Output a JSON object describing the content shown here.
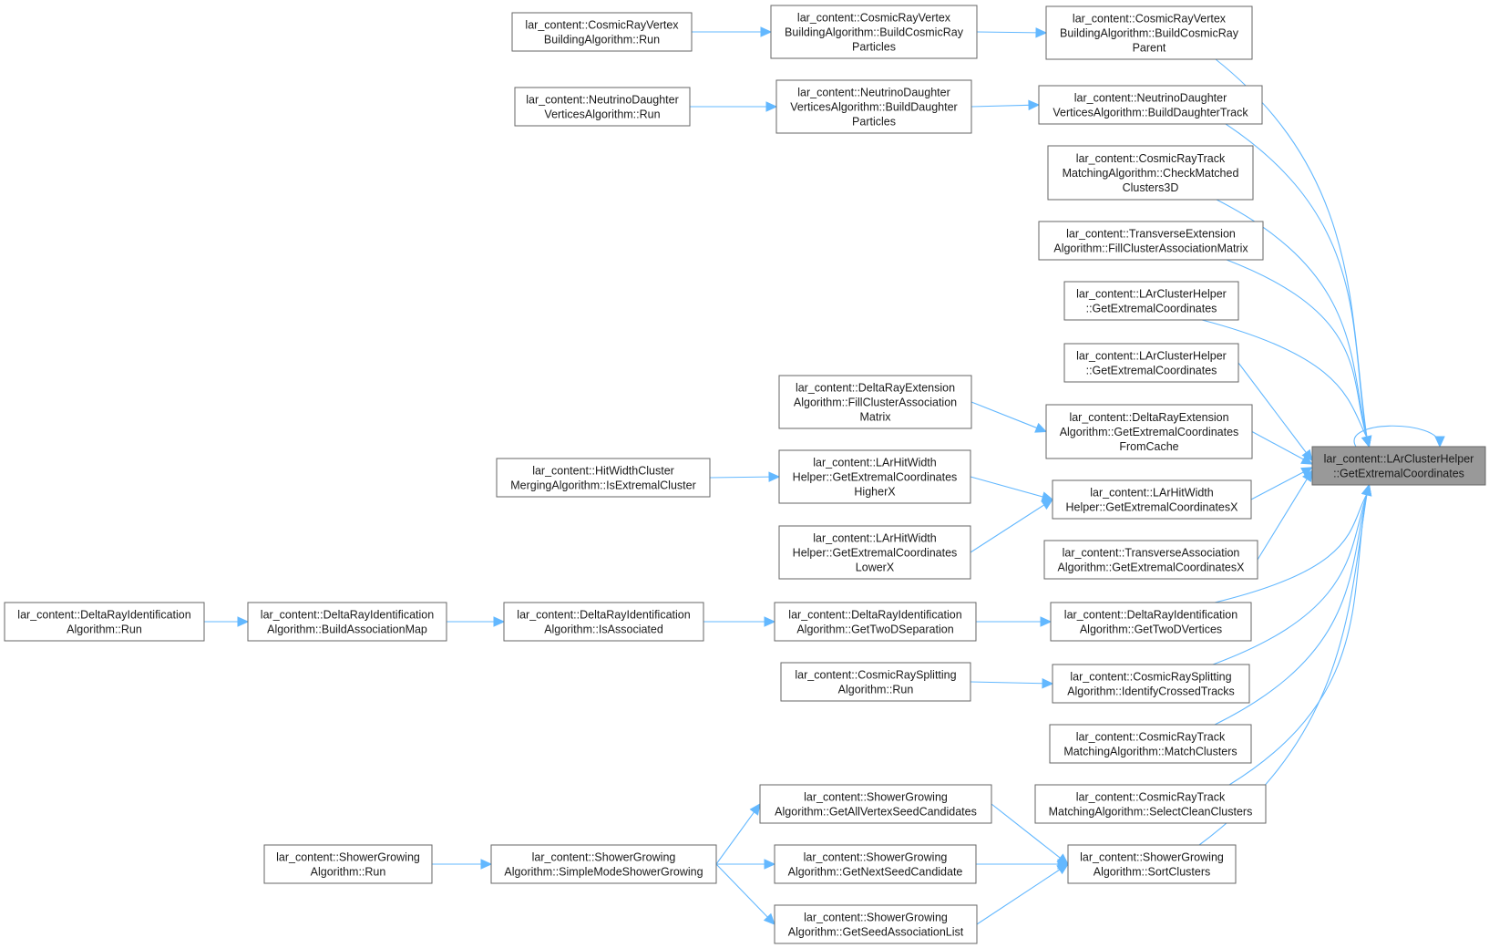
{
  "diagram": {
    "title": "",
    "nodes": {
      "target": [
        "lar_content::LArClusterHelper",
        "::GetExtremalCoordinates"
      ],
      "crv_run": [
        "lar_content::CosmicRayVertex",
        "BuildingAlgorithm::Run"
      ],
      "crv_bcp": [
        "lar_content::CosmicRayVertex",
        "BuildingAlgorithm::BuildCosmicRay",
        "Particles"
      ],
      "crv_bcpar": [
        "lar_content::CosmicRayVertex",
        "BuildingAlgorithm::BuildCosmicRay",
        "Parent"
      ],
      "nd_run": [
        "lar_content::NeutrinoDaughter",
        "VerticesAlgorithm::Run"
      ],
      "nd_bdp": [
        "lar_content::NeutrinoDaughter",
        "VerticesAlgorithm::BuildDaughter",
        "Particles"
      ],
      "nd_bdt": [
        "lar_content::NeutrinoDaughter",
        "VerticesAlgorithm::BuildDaughterTrack"
      ],
      "crt_cmc": [
        "lar_content::CosmicRayTrack",
        "MatchingAlgorithm::CheckMatched",
        "Clusters3D"
      ],
      "te_fcam": [
        "lar_content::TransverseExtension",
        "Algorithm::FillClusterAssociationMatrix"
      ],
      "lch_gec1": [
        "lar_content::LArClusterHelper",
        "::GetExtremalCoordinates"
      ],
      "lch_gec2": [
        "lar_content::LArClusterHelper",
        "::GetExtremalCoordinates"
      ],
      "dre_fcam": [
        "lar_content::DeltaRayExtension",
        "Algorithm::FillClusterAssociation",
        "Matrix"
      ],
      "dre_gecfc": [
        "lar_content::DeltaRayExtension",
        "Algorithm::GetExtremalCoordinates",
        "FromCache"
      ],
      "hwcm_iec": [
        "lar_content::HitWidthCluster",
        "MergingAlgorithm::IsExtremalCluster"
      ],
      "lhw_hx": [
        "lar_content::LArHitWidth",
        "Helper::GetExtremalCoordinates",
        "HigherX"
      ],
      "lhw_lx": [
        "lar_content::LArHitWidth",
        "Helper::GetExtremalCoordinates",
        "LowerX"
      ],
      "lhw_x": [
        "lar_content::LArHitWidth",
        "Helper::GetExtremalCoordinatesX"
      ],
      "ta_gecx": [
        "lar_content::TransverseAssociation",
        "Algorithm::GetExtremalCoordinatesX"
      ],
      "dri_run": [
        "lar_content::DeltaRayIdentification",
        "Algorithm::Run"
      ],
      "dri_bam": [
        "lar_content::DeltaRayIdentification",
        "Algorithm::BuildAssociationMap"
      ],
      "dri_ia": [
        "lar_content::DeltaRayIdentification",
        "Algorithm::IsAssociated"
      ],
      "dri_gtds": [
        "lar_content::DeltaRayIdentification",
        "Algorithm::GetTwoDSeparation"
      ],
      "dri_gtdv": [
        "lar_content::DeltaRayIdentification",
        "Algorithm::GetTwoDVertices"
      ],
      "crs_run": [
        "lar_content::CosmicRaySplitting",
        "Algorithm::Run"
      ],
      "crs_ict": [
        "lar_content::CosmicRaySplitting",
        "Algorithm::IdentifyCrossedTracks"
      ],
      "crt_mc": [
        "lar_content::CosmicRayTrack",
        "MatchingAlgorithm::MatchClusters"
      ],
      "crt_scc": [
        "lar_content::CosmicRayTrack",
        "MatchingAlgorithm::SelectCleanClusters"
      ],
      "sg_gavsc": [
        "lar_content::ShowerGrowing",
        "Algorithm::GetAllVertexSeedCandidates"
      ],
      "sg_run": [
        "lar_content::ShowerGrowing",
        "Algorithm::Run"
      ],
      "sg_smsg": [
        "lar_content::ShowerGrowing",
        "Algorithm::SimpleModeShowerGrowing"
      ],
      "sg_gnsc": [
        "lar_content::ShowerGrowing",
        "Algorithm::GetNextSeedCandidate"
      ],
      "sg_sc": [
        "lar_content::ShowerGrowing",
        "Algorithm::SortClusters"
      ],
      "sg_gsal": [
        "lar_content::ShowerGrowing",
        "Algorithm::GetSeedAssociationList"
      ]
    },
    "edges": [
      [
        "crv_run",
        "crv_bcp"
      ],
      [
        "crv_bcp",
        "crv_bcpar"
      ],
      [
        "crv_bcpar",
        "target"
      ],
      [
        "nd_run",
        "nd_bdp"
      ],
      [
        "nd_bdp",
        "nd_bdt"
      ],
      [
        "nd_bdt",
        "target"
      ],
      [
        "crt_cmc",
        "target"
      ],
      [
        "te_fcam",
        "target"
      ],
      [
        "lch_gec1",
        "target"
      ],
      [
        "lch_gec2",
        "target"
      ],
      [
        "dre_fcam",
        "dre_gecfc"
      ],
      [
        "dre_gecfc",
        "target"
      ],
      [
        "hwcm_iec",
        "lhw_hx"
      ],
      [
        "lhw_hx",
        "lhw_x"
      ],
      [
        "lhw_lx",
        "lhw_x"
      ],
      [
        "lhw_x",
        "target"
      ],
      [
        "ta_gecx",
        "target"
      ],
      [
        "dri_run",
        "dri_bam"
      ],
      [
        "dri_bam",
        "dri_ia"
      ],
      [
        "dri_ia",
        "dri_gtds"
      ],
      [
        "dri_gtds",
        "dri_gtdv"
      ],
      [
        "dri_gtdv",
        "target"
      ],
      [
        "crs_run",
        "crs_ict"
      ],
      [
        "crs_ict",
        "target"
      ],
      [
        "crt_mc",
        "target"
      ],
      [
        "crt_scc",
        "target"
      ],
      [
        "sg_run",
        "sg_smsg"
      ],
      [
        "sg_smsg",
        "sg_gavsc"
      ],
      [
        "sg_smsg",
        "sg_gnsc"
      ],
      [
        "sg_smsg",
        "sg_gsal"
      ],
      [
        "sg_gavsc",
        "sg_sc"
      ],
      [
        "sg_gnsc",
        "sg_sc"
      ],
      [
        "sg_gsal",
        "sg_sc"
      ],
      [
        "sg_sc",
        "target"
      ],
      [
        "target",
        "target"
      ]
    ]
  }
}
